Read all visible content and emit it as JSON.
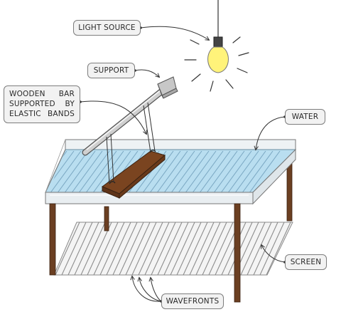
{
  "labels": {
    "light_source": "LIGHT SOURCE",
    "support": "SUPPORT",
    "wooden_bar": [
      "WOODEN BAR",
      "SUPPORTED BY",
      "ELASTIC BANDS"
    ],
    "water": "WATER",
    "screen": "SCREEN",
    "wavefronts": "WAVEFRONTS"
  },
  "colors": {
    "water": "#b9def0",
    "wooden_bar": "#7a4420",
    "table_legs": "#6b3f22",
    "label_fill": "#f2f2f2",
    "lamp_glow": "#fff37a",
    "outline": "#555555"
  }
}
